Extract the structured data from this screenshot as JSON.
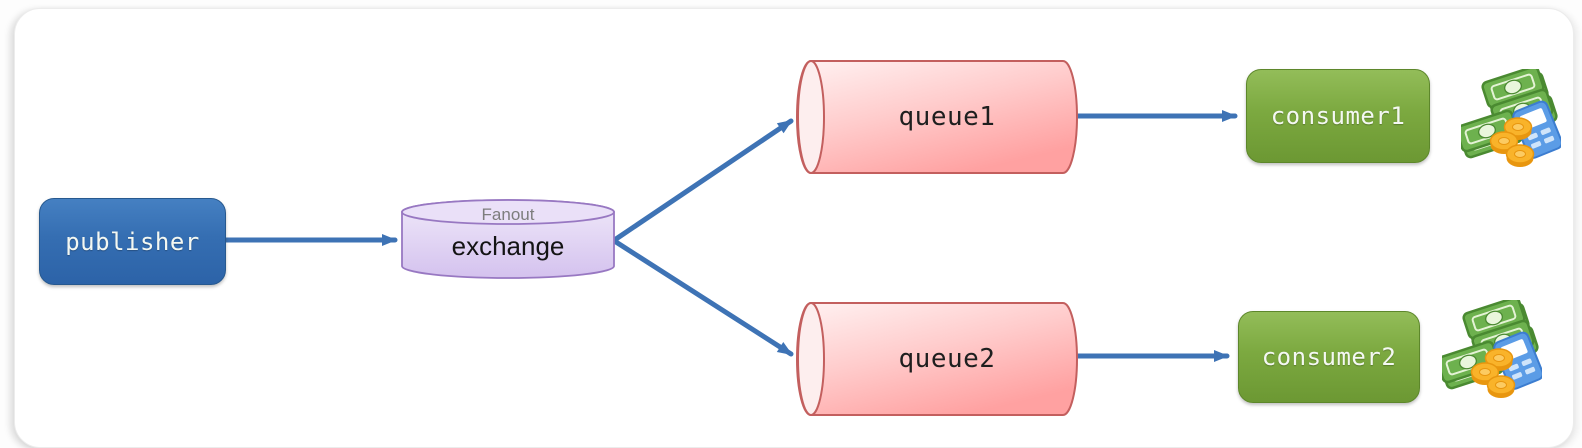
{
  "diagram": {
    "nodes": {
      "publisher": {
        "label": "publisher",
        "color": "#316cb1"
      },
      "exchange": {
        "label": "exchange",
        "type_badge": "Fanout",
        "color": "#dccaf2"
      },
      "queue1": {
        "label": "queue1",
        "color": "#ffb9b9"
      },
      "queue2": {
        "label": "queue2",
        "color": "#ffb9b9"
      },
      "consumer1": {
        "label": "consumer1",
        "color": "#7aa63e"
      },
      "consumer2": {
        "label": "consumer2",
        "color": "#7aa63e"
      }
    },
    "edges": [
      {
        "from": "publisher",
        "to": "exchange"
      },
      {
        "from": "exchange",
        "to": "queue1"
      },
      {
        "from": "exchange",
        "to": "queue2"
      },
      {
        "from": "queue1",
        "to": "consumer1"
      },
      {
        "from": "queue2",
        "to": "consumer2"
      }
    ],
    "icons": [
      {
        "name": "money-cash-coins-icon",
        "attached_to": "consumer1"
      },
      {
        "name": "money-cash-coins-icon",
        "attached_to": "consumer2"
      }
    ],
    "colors": {
      "edge_arrow": "#3e73b5",
      "canvas_background": "#ffffff"
    }
  }
}
